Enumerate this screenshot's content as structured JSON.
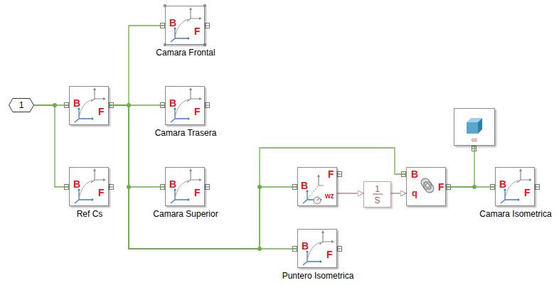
{
  "diagram": {
    "nodes": [
      {
        "text": [
          "1"
        ]
      },
      {
        "text": [
          "B",
          "F"
        ]
      },
      {
        "text": [
          "B",
          "F",
          "Ref Cs"
        ]
      },
      {
        "text": [
          "B",
          "F",
          "Camara Frontal"
        ]
      },
      {
        "text": [
          "B",
          "F",
          "Camara Trasera"
        ]
      },
      {
        "text": [
          "B",
          "F",
          "Camara Superior"
        ]
      },
      {
        "text": [
          "B",
          "F",
          "wz"
        ]
      },
      {
        "text": [
          "1",
          "S"
        ]
      },
      {
        "text": [
          "B",
          "q",
          "F"
        ]
      },
      {
        "text": [
          "cc"
        ]
      },
      {
        "text": [
          "B",
          "F",
          "Camara Isometrica"
        ]
      },
      {
        "text": [
          "B",
          "F",
          "Puntero Isometrica"
        ]
      }
    ],
    "edges": [
      {
        "from": 0,
        "to": 1,
        "arrow": "none"
      },
      {
        "from": 0,
        "to": 2,
        "arrow": "none"
      },
      {
        "from": 1,
        "to": 3,
        "arrow": "none"
      },
      {
        "from": 1,
        "to": 4,
        "arrow": "none"
      },
      {
        "from": 1,
        "to": 5,
        "arrow": "none"
      },
      {
        "from": 1,
        "to": 11,
        "arrow": "none"
      },
      {
        "from": 1,
        "to": 6,
        "arrow": "none"
      },
      {
        "from": 1,
        "to": 8,
        "arrow": "none"
      },
      {
        "from": 6,
        "to": 7,
        "arrow": "to"
      },
      {
        "from": 7,
        "to": 8,
        "arrow": "to"
      },
      {
        "from": 8,
        "to": 9,
        "arrow": "none"
      },
      {
        "from": 8,
        "to": 10,
        "arrow": "none"
      }
    ]
  }
}
